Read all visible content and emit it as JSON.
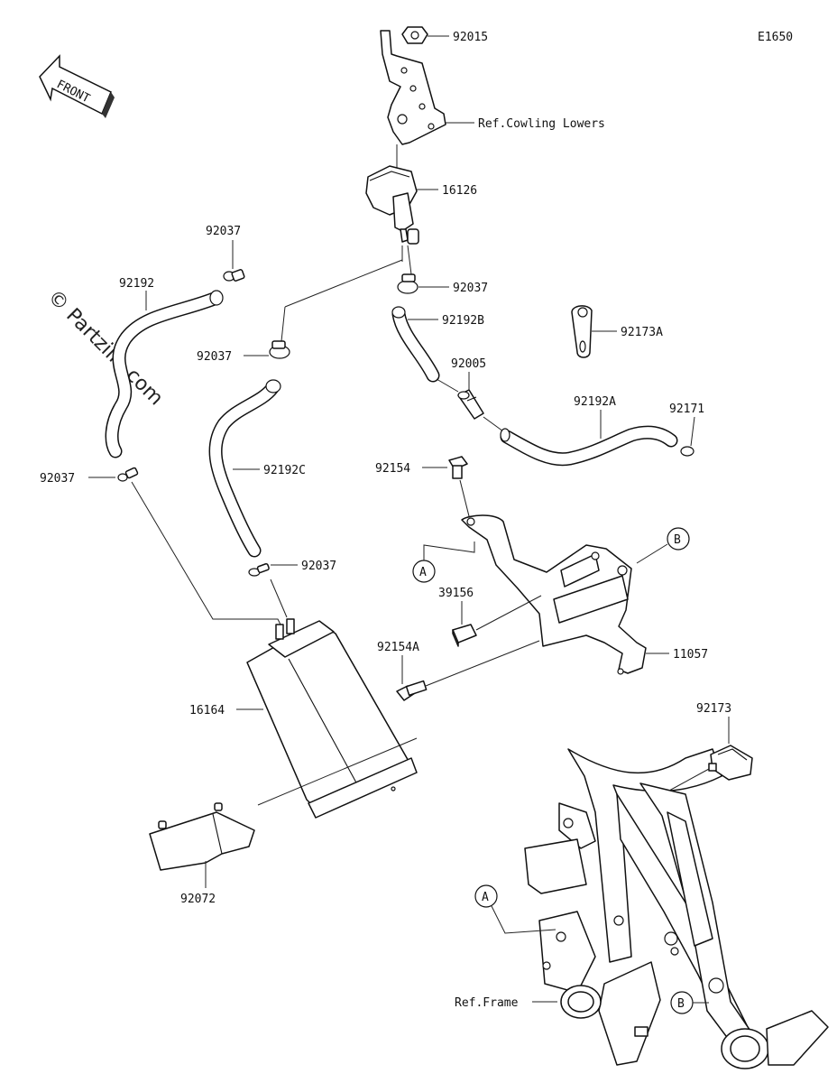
{
  "diagram": {
    "code": "E1650",
    "front_label": "FRONT",
    "watermark": "© Partzilla.com",
    "refs": {
      "cowling": "Ref.Cowling Lowers",
      "frame": "Ref.Frame"
    },
    "callouts": {
      "a": "A",
      "b": "B"
    },
    "parts": [
      "92015",
      "16126",
      "92037",
      "92192",
      "92037",
      "92037",
      "92192B",
      "92173A",
      "92005",
      "92192A",
      "92171",
      "92037",
      "92154",
      "92192C",
      "92037",
      "39156",
      "92154A",
      "11057",
      "16164",
      "92173",
      "92072"
    ]
  }
}
